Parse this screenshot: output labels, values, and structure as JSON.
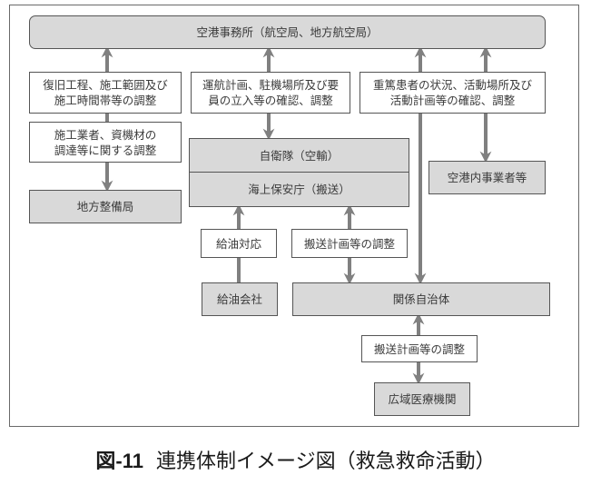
{
  "diagram": {
    "nodes": {
      "airport_office": "空港事務所（航空局、地方航空局）",
      "restoration_coord": "復旧工程、施工範囲及び\n施工時間帯等の調整",
      "contractor_coord": "施工業者、資機材の\n調達等に関する調整",
      "regional_bureau": "地方整備局",
      "flight_coord": "運航計画、駐機場所及び要\n員の立入等の確認、調整",
      "sdf": "自衛隊（空輸）",
      "coast_guard": "海上保安庁（搬送）",
      "fuel_response": "給油対応",
      "fuel_company": "給油会社",
      "transport_coord_1": "搬送計画等の調整",
      "patient_coord": "重篤患者の状況、活動場所及び\n活動計画等の確認、調整",
      "airport_operators": "空港内事業者等",
      "local_gov": "関係自治体",
      "transport_coord_2": "搬送計画等の調整",
      "regional_medical": "広域医療機関"
    },
    "colors": {
      "node_fill": "#d9d9d9",
      "label_fill": "#ffffff",
      "border": "#555555",
      "arrow": "#808080"
    }
  },
  "caption": {
    "figure_number": "図-11",
    "title": "連携体制イメージ図（救急救命活動）"
  }
}
